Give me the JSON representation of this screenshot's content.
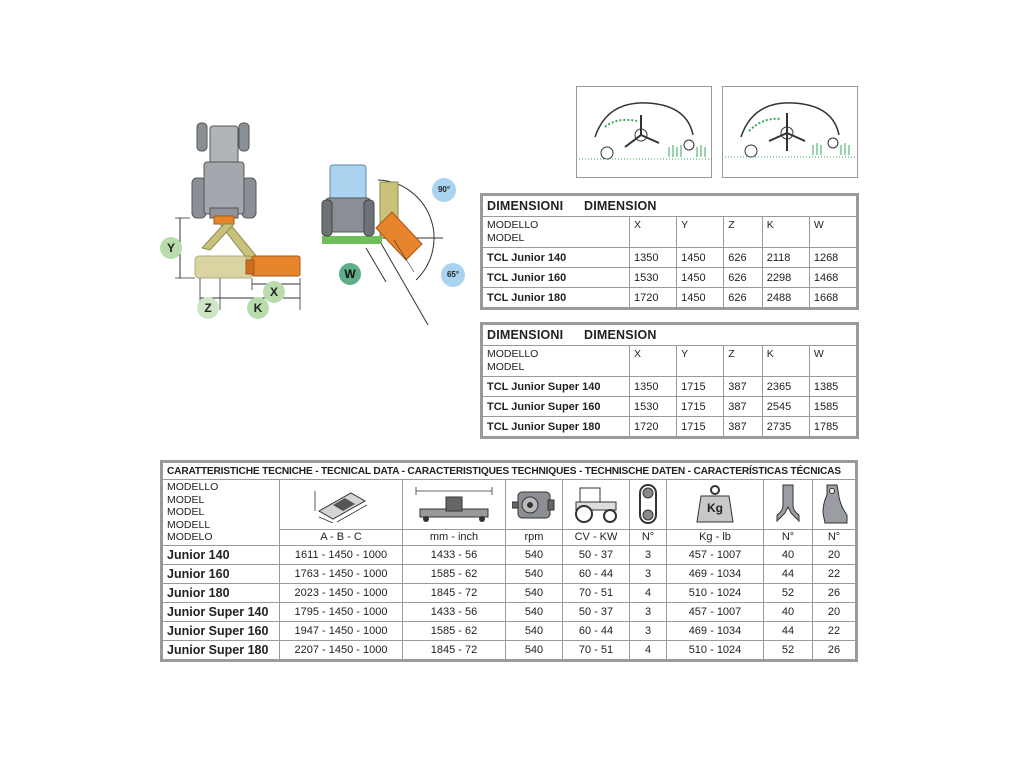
{
  "diagram": {
    "labels": {
      "y": "Y",
      "z": "Z",
      "k": "K",
      "x": "X",
      "w": "W"
    },
    "angles": {
      "top": "90°",
      "bottom": "65°"
    },
    "colors": {
      "orange": "#e8842c",
      "olive": "#c9c27a",
      "green_badge": "#9ccc8a",
      "blue_badge": "#a9d3ee",
      "teal_badge": "#5fae8a",
      "grass": "#3aa55a"
    }
  },
  "dim_table_1": {
    "title1": "DIMENSIONI",
    "title2": "DIMENSION",
    "model_label_1": "MODELLO",
    "model_label_2": "MODEL",
    "columns": [
      "X",
      "Y",
      "Z",
      "K",
      "W"
    ],
    "rows": [
      {
        "name": "TCL Junior 140",
        "values": [
          "1350",
          "1450",
          "626",
          "2118",
          "1268"
        ]
      },
      {
        "name": "TCL Junior 160",
        "values": [
          "1530",
          "1450",
          "626",
          "2298",
          "1468"
        ]
      },
      {
        "name": "TCL Junior 180",
        "values": [
          "1720",
          "1450",
          "626",
          "2488",
          "1668"
        ]
      }
    ]
  },
  "dim_table_2": {
    "title1": "DIMENSIONI",
    "title2": "DIMENSION",
    "model_label_1": "MODELLO",
    "model_label_2": "MODEL",
    "columns": [
      "X",
      "Y",
      "Z",
      "K",
      "W"
    ],
    "rows": [
      {
        "name": "TCL Junior Super 140",
        "values": [
          "1350",
          "1715",
          "387",
          "2365",
          "1385"
        ]
      },
      {
        "name": "TCL Junior Super 160",
        "values": [
          "1530",
          "1715",
          "387",
          "2545",
          "1585"
        ]
      },
      {
        "name": "TCL Junior Super 180",
        "values": [
          "1720",
          "1715",
          "387",
          "2735",
          "1785"
        ]
      }
    ]
  },
  "tech_table": {
    "title": "CARATTERISTICHE TECNICHE - TECNICAL DATA - CARACTERISTIQUES TECHNIQUES - TECHNISCHE DATEN - CARACTERÍSTICAS TÉCNICAS",
    "model_labels": [
      "MODELLO",
      "MODEL",
      "MODEL",
      "MODELL",
      "MODELO"
    ],
    "icon_names": [
      "dimensions-icon",
      "working-width-icon",
      "gearbox-icon",
      "tractor-power-icon",
      "belts-icon",
      "weight-icon",
      "hammers-icon",
      "blades-icon"
    ],
    "weight_icon_text": "Kg",
    "units": [
      "A - B - C",
      "mm  -  inch",
      "rpm",
      "CV  -  KW",
      "N°",
      "Kg  -  lb",
      "N°",
      "N°"
    ],
    "rows": [
      {
        "name": "Junior 140",
        "values": [
          "1611 - 1450 - 1000",
          "1433  -  56",
          "540",
          "50 - 37",
          "3",
          "457  -  1007",
          "40",
          "20"
        ]
      },
      {
        "name": "Junior 160",
        "values": [
          "1763 - 1450 - 1000",
          "1585  -  62",
          "540",
          "60 - 44",
          "3",
          "469  -  1034",
          "44",
          "22"
        ]
      },
      {
        "name": "Junior 180",
        "values": [
          "2023 - 1450 - 1000",
          "1845  -  72",
          "540",
          "70 - 51",
          "4",
          "510  -  1024",
          "52",
          "26"
        ]
      },
      {
        "name": "Junior Super 140",
        "values": [
          "1795 - 1450 - 1000",
          "1433  -  56",
          "540",
          "50 - 37",
          "3",
          "457  -  1007",
          "40",
          "20"
        ]
      },
      {
        "name": "Junior Super 160",
        "values": [
          "1947 - 1450 - 1000",
          "1585  -  62",
          "540",
          "60 - 44",
          "3",
          "469  -  1034",
          "44",
          "22"
        ]
      },
      {
        "name": "Junior Super 180",
        "values": [
          "2207 - 1450 - 1000",
          "1845  -  72",
          "540",
          "70 - 51",
          "4",
          "510  -  1024",
          "52",
          "26"
        ]
      }
    ]
  }
}
